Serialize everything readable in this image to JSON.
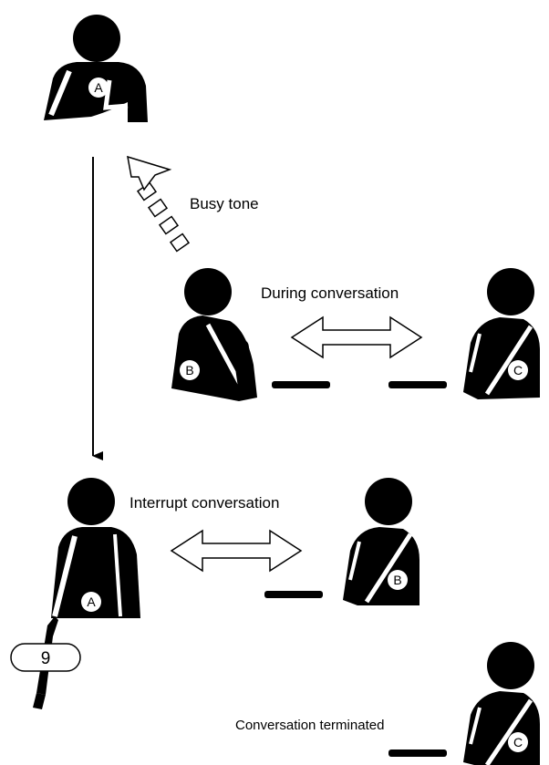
{
  "labels": {
    "busy_tone": "Busy tone",
    "during_conversation": "During conversation",
    "interrupt_conversation": "Interrupt conversation",
    "conversation_terminated": "Conversation terminated"
  },
  "people": {
    "a_top": "A",
    "b_top": "B",
    "c_top": "C",
    "a_bottom": "A",
    "b_bottom": "B",
    "c_bottom": "C"
  },
  "keypad": {
    "key": "9"
  },
  "colors": {
    "figure": "#000000",
    "background": "#ffffff"
  }
}
